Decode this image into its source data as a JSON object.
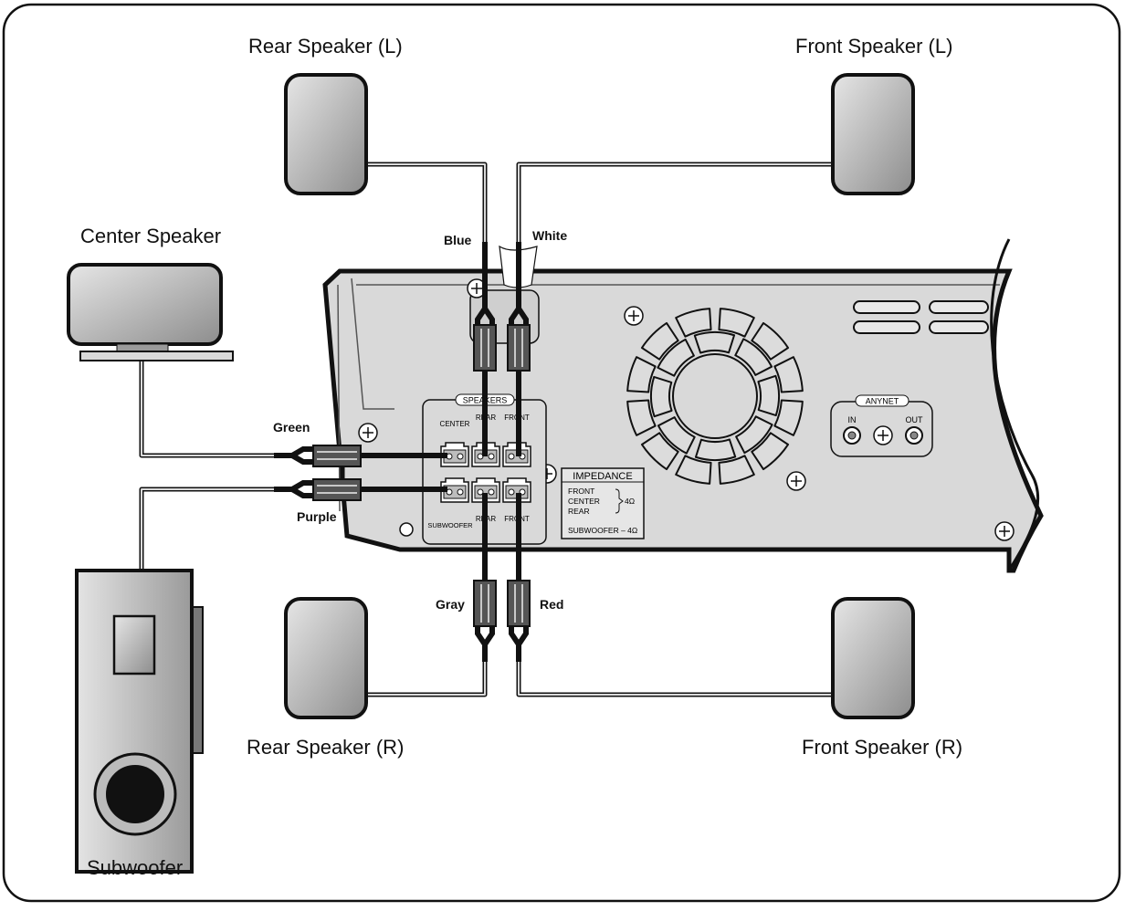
{
  "speakers": {
    "rear_left": "Rear Speaker (L)",
    "front_left": "Front Speaker (L)",
    "center": "Center Speaker",
    "rear_right": "Rear Speaker (R)",
    "front_right": "Front Speaker (R)",
    "subwoofer": "Subwoofer"
  },
  "wires": {
    "blue": "Blue",
    "white": "White",
    "green": "Green",
    "purple": "Purple",
    "gray": "Gray",
    "red": "Red"
  },
  "panel": {
    "speakers_title": "SPEAKERS",
    "center": "CENTER",
    "rear_top": "REAR",
    "front_top": "FRONT",
    "subwoofer": "SUBWOOFER",
    "rear_bottom": "REAR",
    "front_bottom": "FRONT"
  },
  "impedance": {
    "title": "IMPEDANCE",
    "front": "FRONT",
    "center": "CENTER",
    "rear": "REAR",
    "value": "4Ω",
    "subwoofer": "SUBWOOFER – 4Ω"
  },
  "anynet": {
    "title": "ANYNET",
    "in": "IN",
    "out": "OUT"
  }
}
